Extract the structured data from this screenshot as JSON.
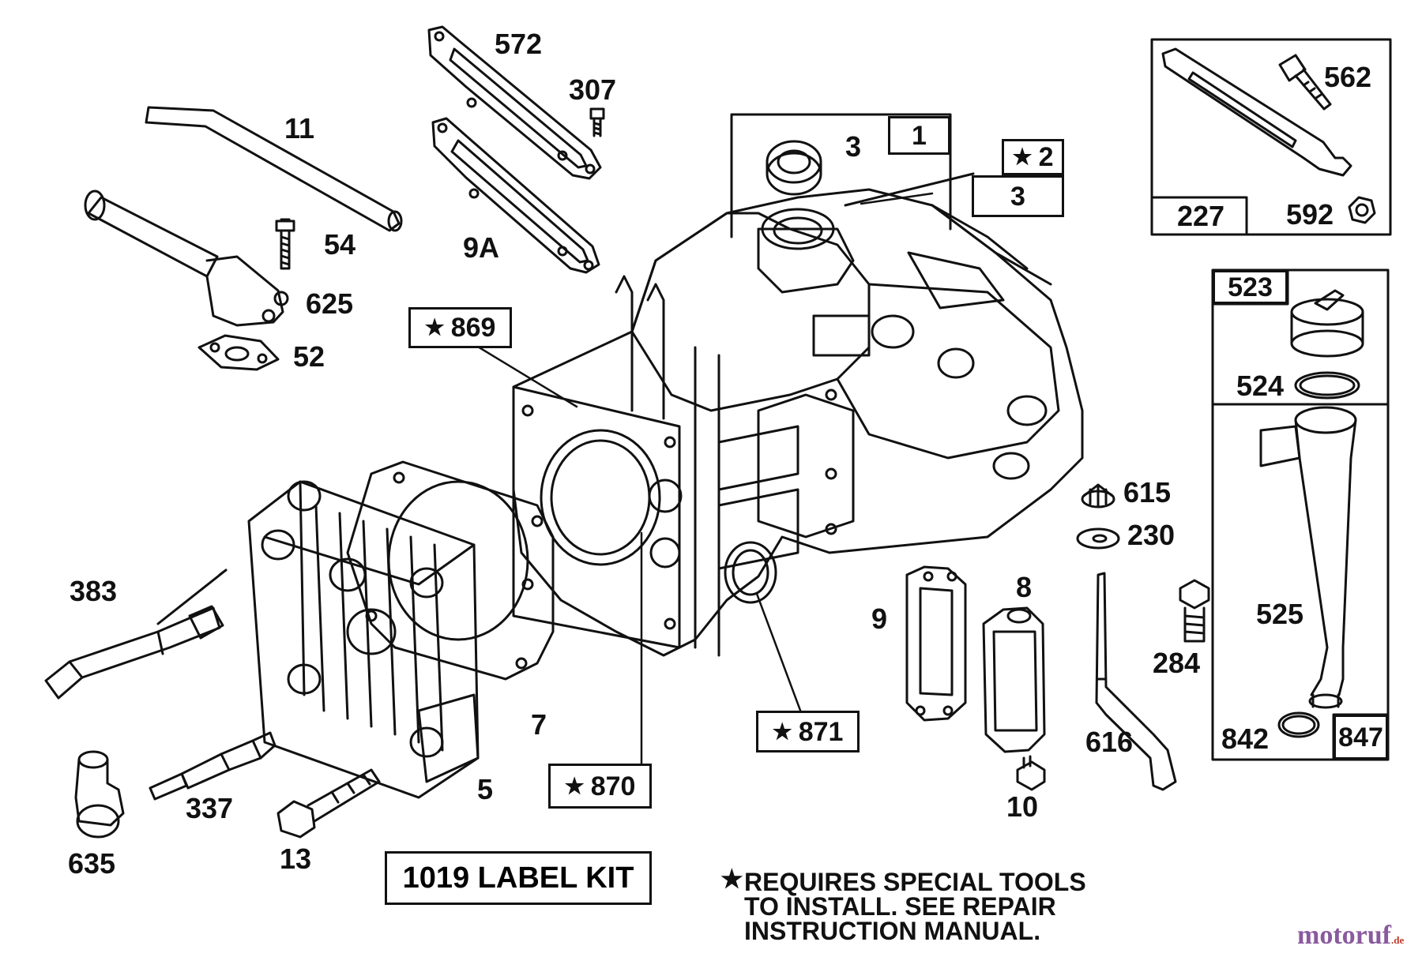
{
  "diagram": {
    "parts": {
      "p572": "572",
      "p307": "307",
      "p11": "11",
      "p54": "54",
      "p9A": "9A",
      "p625": "625",
      "p52": "52",
      "p3a": "3",
      "p1": "1",
      "p2": "2",
      "p3b": "3",
      "p562": "562",
      "p227": "227",
      "p592": "592",
      "p523": "523",
      "p524": "524",
      "p869": "869",
      "p615": "615",
      "p230": "230",
      "p383": "383",
      "p9": "9",
      "p8": "8",
      "p284": "284",
      "p525": "525",
      "p7": "7",
      "p871": "871",
      "p616": "616",
      "p842": "842",
      "p847": "847",
      "p5": "5",
      "p870": "870",
      "p10": "10",
      "p337": "337",
      "p13": "13",
      "p635": "635"
    },
    "star_symbol": "★",
    "label_kit": "1019 LABEL KIT",
    "note_lines": [
      "REQUIRES SPECIAL TOOLS",
      "TO INSTALL.  SEE REPAIR",
      "INSTRUCTION MANUAL."
    ],
    "watermark": "motoruf",
    "watermark_suffix": ".de"
  }
}
